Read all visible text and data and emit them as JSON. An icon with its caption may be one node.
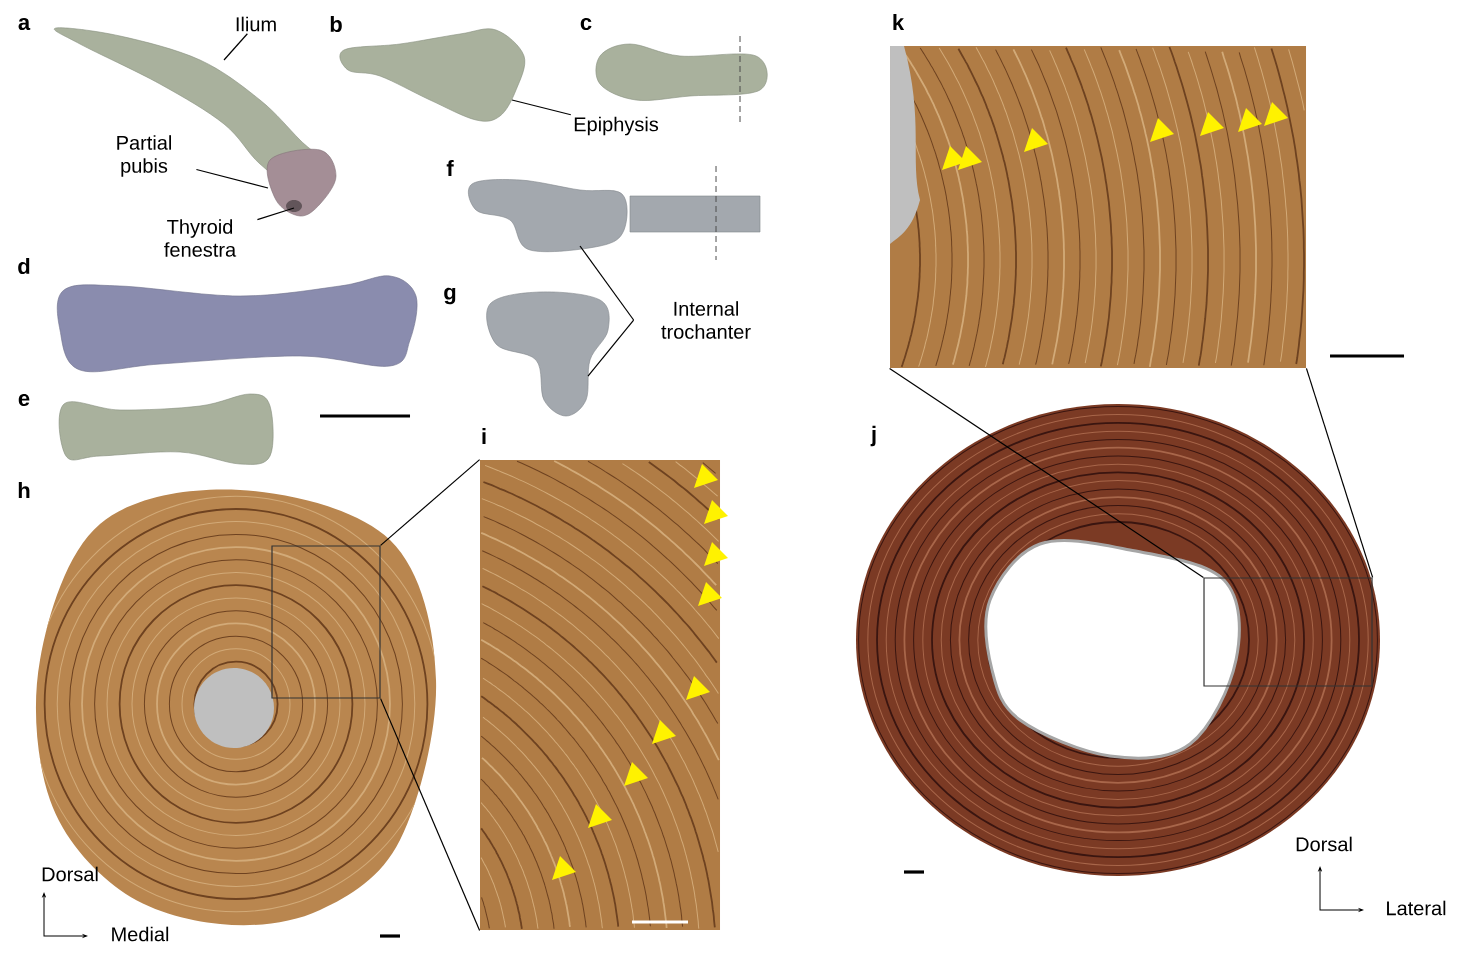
{
  "diagram": {
    "nodes": [
      {
        "text": [],
        "shape": "picture"
      },
      {
        "text": [
          "Ilium"
        ]
      },
      {
        "text": [
          "Partial pubis"
        ]
      },
      {
        "text": [
          "Thyroid fenestra"
        ]
      },
      {
        "text": [],
        "shape": "picture"
      },
      {
        "text": [
          "Epiphysis"
        ]
      },
      {
        "text": [],
        "shape": "picture"
      },
      {
        "text": [],
        "shape": "picture"
      },
      {
        "text": [],
        "shape": "picture"
      },
      {
        "text": [],
        "shape": "picture"
      },
      {
        "text": [],
        "shape": "picture"
      },
      {
        "text": [
          "Internal trochanter"
        ]
      },
      {
        "text": [],
        "shape": "picture"
      },
      {
        "text": [],
        "shape": "box",
        "in": 12
      },
      {
        "text": [],
        "shape": "picture"
      },
      {
        "text": [],
        "shape": "picture"
      },
      {
        "text": [],
        "shape": "box",
        "in": 15
      },
      {
        "text": [],
        "shape": "picture"
      }
    ],
    "edges": [
      {
        "from": 1,
        "to": 0,
        "arrow": "none"
      },
      {
        "from": 2,
        "to": 0,
        "arrow": "none"
      },
      {
        "from": 3,
        "to": 0,
        "arrow": "none"
      },
      {
        "from": 5,
        "to": 4,
        "arrow": "none"
      },
      {
        "from": 11,
        "to": 9,
        "arrow": "none"
      },
      {
        "from": 11,
        "to": 10,
        "arrow": "none"
      },
      {
        "from": 13,
        "to": 14,
        "arrow": "none"
      },
      {
        "from": 13,
        "to": 14,
        "arrow": "none"
      },
      {
        "from": 16,
        "to": 17,
        "arrow": "none"
      },
      {
        "from": 16,
        "to": 17,
        "arrow": "none"
      }
    ],
    "labels": [
      "a",
      "b",
      "c",
      "k",
      "f",
      "d",
      "g",
      "e",
      "h",
      "i",
      "j",
      "Dorsal",
      "Medial",
      "Dorsal",
      "Lateral"
    ]
  }
}
